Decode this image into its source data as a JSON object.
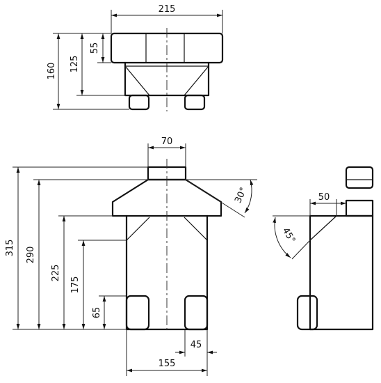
{
  "drawing": {
    "top_view": {
      "dim_width": "215",
      "dim_height_outer": "160",
      "dim_height_mid": "125",
      "dim_height_inner": "55"
    },
    "front_view": {
      "dim_top_width": "70",
      "dim_total_height": "315",
      "dim_height_290": "290",
      "dim_height_225": "225",
      "dim_height_175": "175",
      "dim_height_65": "65",
      "dim_foot_width": "45",
      "dim_base_width": "155",
      "dim_angle": "30°"
    },
    "side_view": {
      "dim_width": "50",
      "dim_angle": "45°"
    }
  }
}
